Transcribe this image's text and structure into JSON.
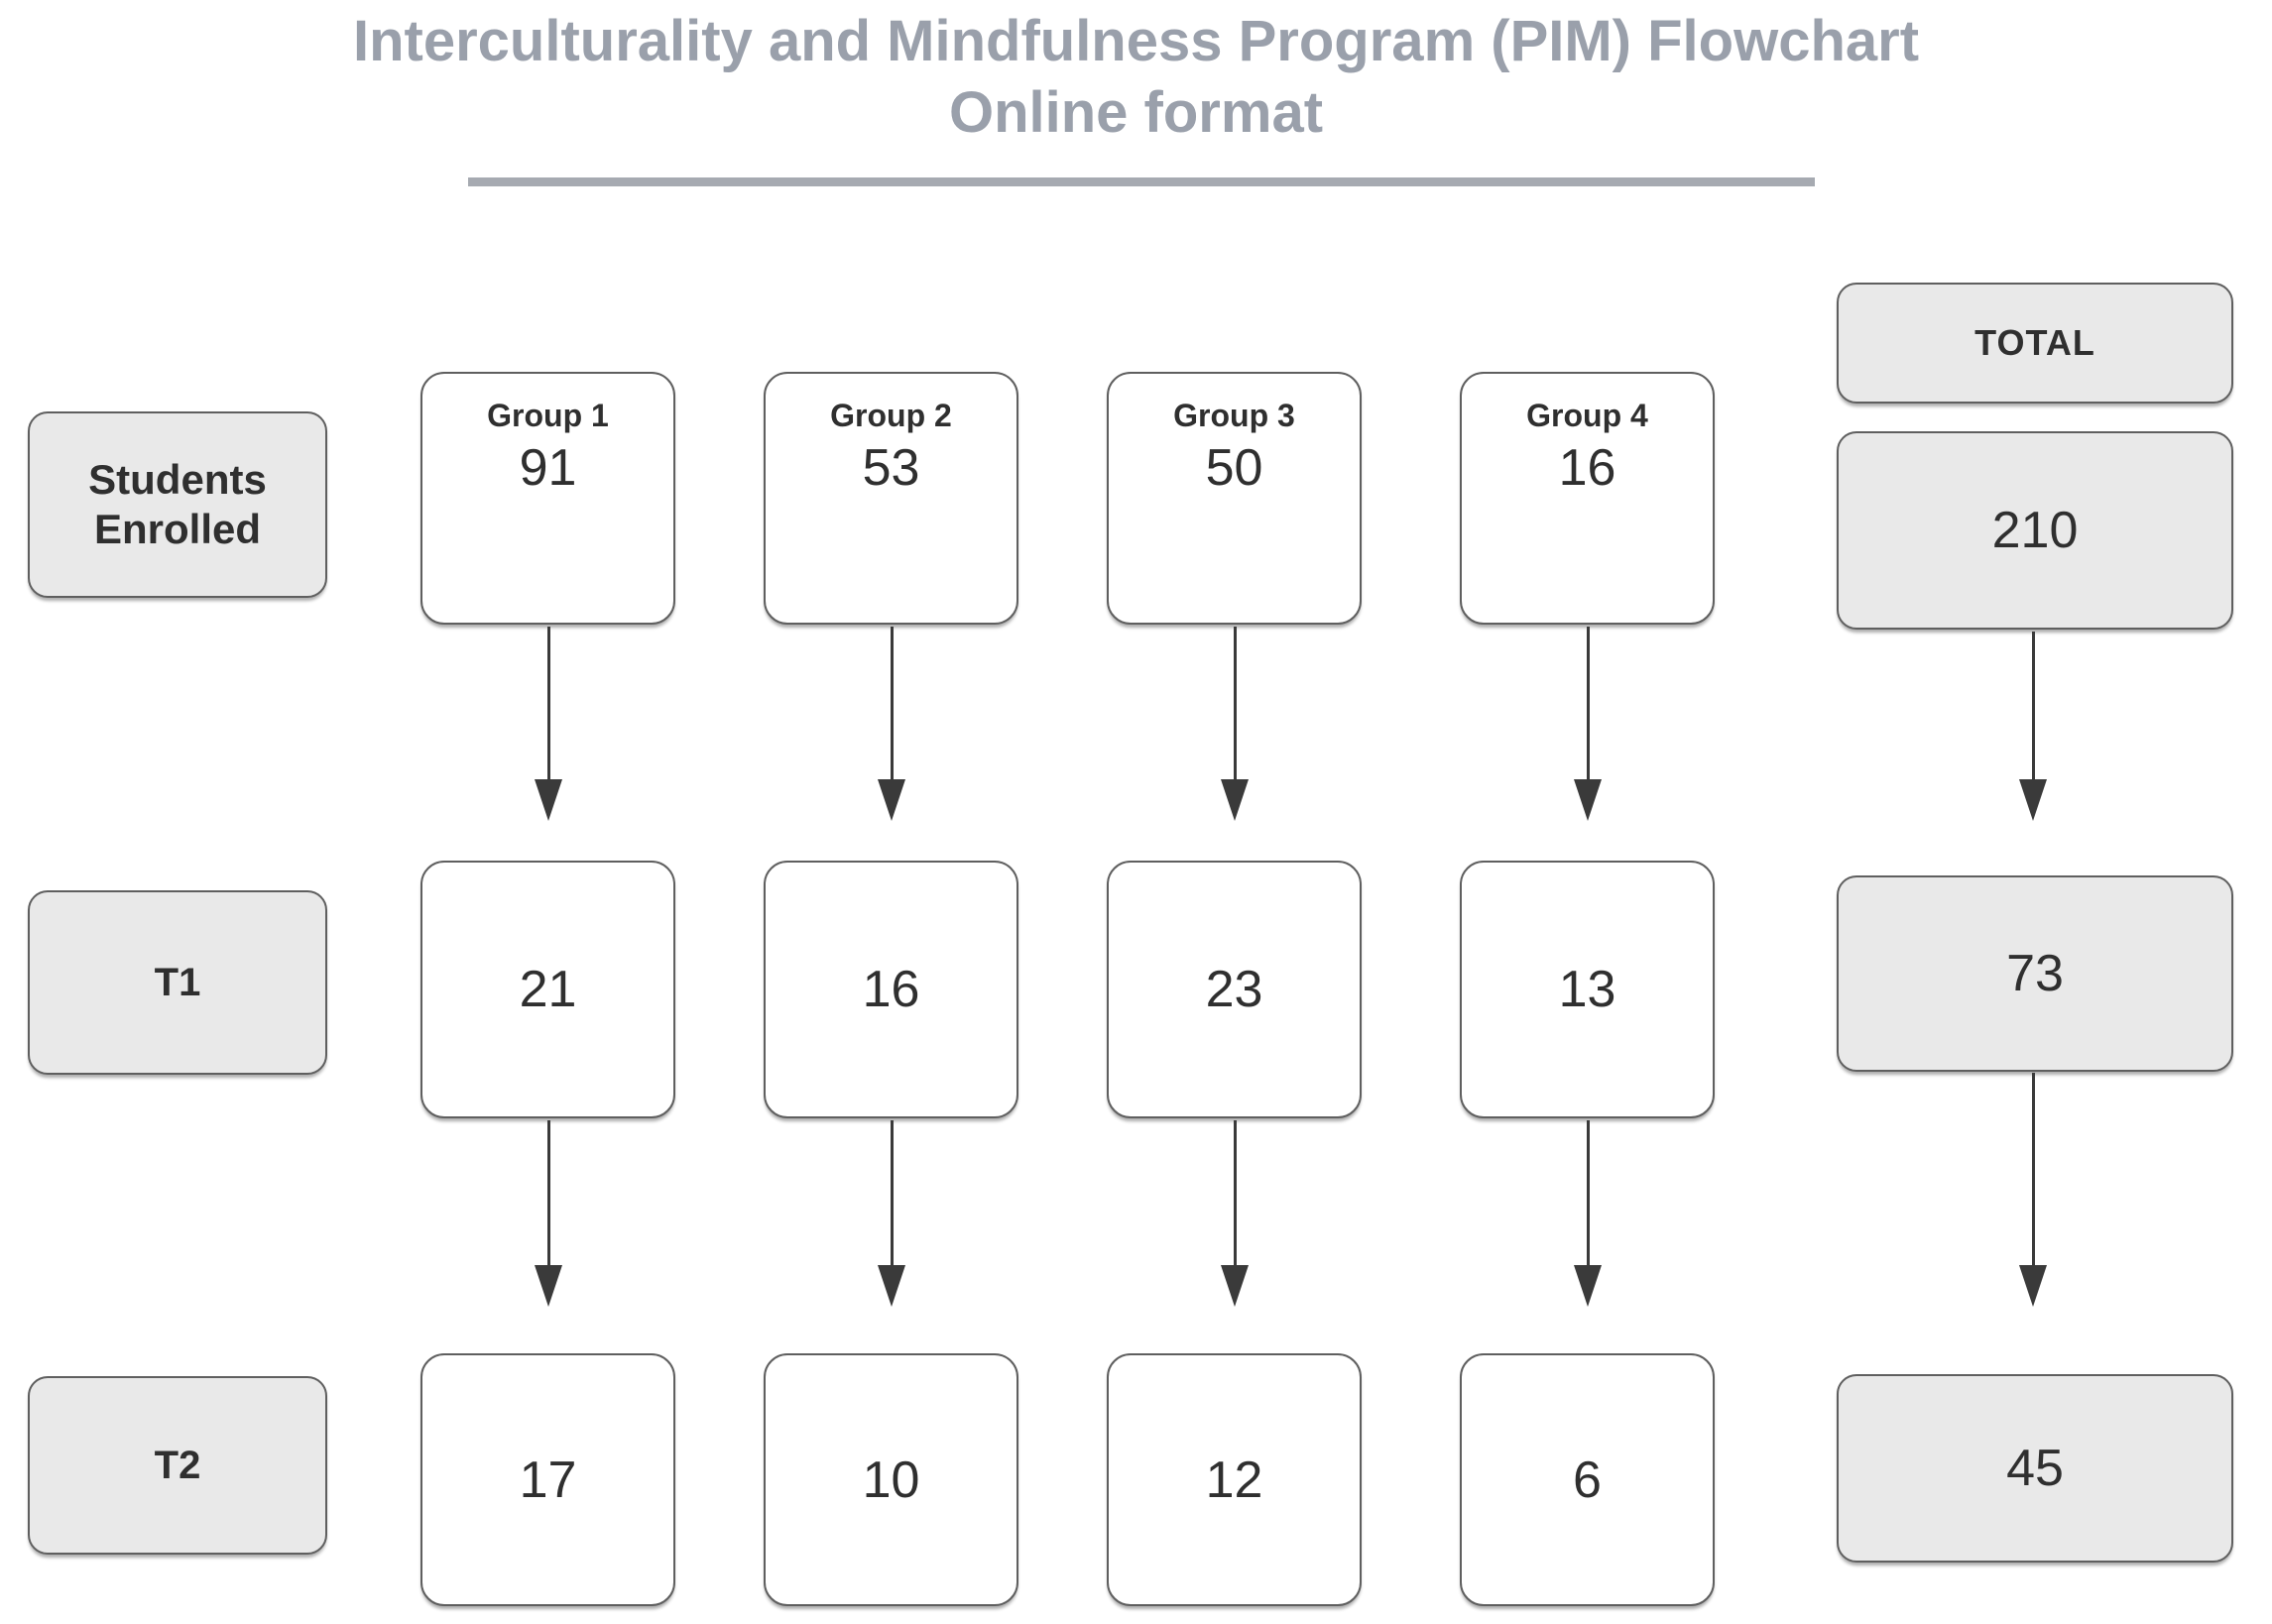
{
  "title": {
    "line1": "Interculturality and Mindfulness Program (PIM) Flowchart",
    "line2": "Online format"
  },
  "row_labels": {
    "enrolled": "Students Enrolled",
    "t1": "T1",
    "t2": "T2"
  },
  "groups": [
    {
      "name": "Group 1",
      "enrolled": "91",
      "t1": "21",
      "t2": "17"
    },
    {
      "name": "Group 2",
      "enrolled": "53",
      "t1": "16",
      "t2": "10"
    },
    {
      "name": "Group 3",
      "enrolled": "50",
      "t1": "23",
      "t2": "12"
    },
    {
      "name": "Group 4",
      "enrolled": "16",
      "t1": "13",
      "t2": "6"
    }
  ],
  "total": {
    "header": "TOTAL",
    "enrolled": "210",
    "t1": "73",
    "t2": "45"
  },
  "colors": {
    "title": "#9aa0ab",
    "underline": "#a6aab1",
    "box_border": "#5f5f5f",
    "gray_fill": "#e9e9e9",
    "white_fill": "#ffffff",
    "arrow": "#3a3a3a",
    "text": "#2f2f2f",
    "page_bg": "#ffffff"
  }
}
